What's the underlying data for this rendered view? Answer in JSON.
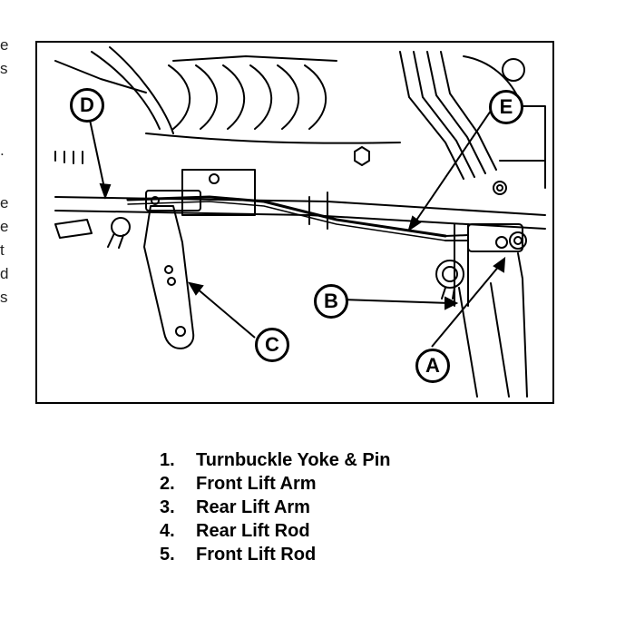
{
  "margin_fragments": [
    "e",
    "s",
    ".",
    "e",
    "e",
    "t",
    "d",
    "s"
  ],
  "figure": {
    "callouts": [
      "D",
      "E",
      "B",
      "C",
      "A"
    ]
  },
  "legend": [
    {
      "num": "1.",
      "label": "Turnbuckle Yoke & Pin"
    },
    {
      "num": "2.",
      "label": "Front Lift Arm"
    },
    {
      "num": "3.",
      "label": "Rear Lift Arm"
    },
    {
      "num": "4.",
      "label": "Rear Lift Rod"
    },
    {
      "num": "5.",
      "label": "Front Lift Rod"
    }
  ]
}
